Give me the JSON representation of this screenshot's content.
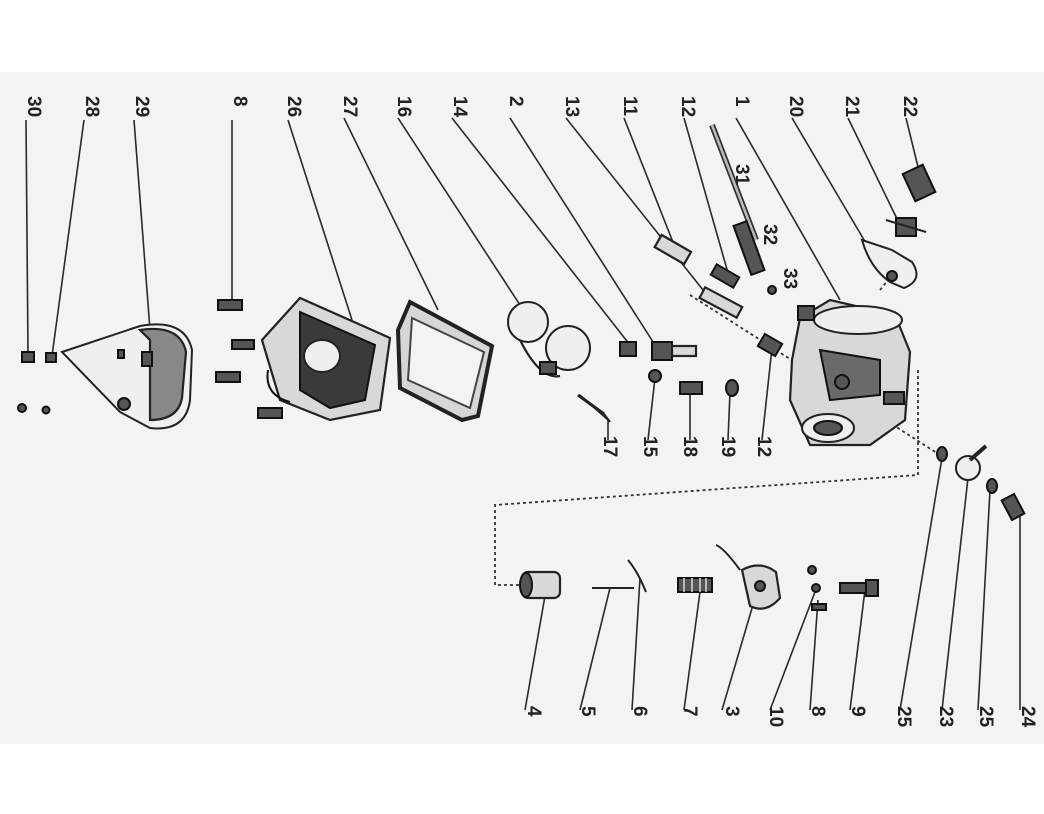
{
  "labels": [
    {
      "id": "l30",
      "text": "30"
    },
    {
      "id": "l28",
      "text": "28"
    },
    {
      "id": "l29",
      "text": "29"
    },
    {
      "id": "l8a",
      "text": "8"
    },
    {
      "id": "l26",
      "text": "26"
    },
    {
      "id": "l27",
      "text": "27"
    },
    {
      "id": "l16",
      "text": "16"
    },
    {
      "id": "l14",
      "text": "14"
    },
    {
      "id": "l2",
      "text": "2"
    },
    {
      "id": "l13",
      "text": "13"
    },
    {
      "id": "l11",
      "text": "11"
    },
    {
      "id": "l12a",
      "text": "12"
    },
    {
      "id": "l1",
      "text": "1"
    },
    {
      "id": "l20",
      "text": "20"
    },
    {
      "id": "l21",
      "text": "21"
    },
    {
      "id": "l22",
      "text": "22"
    },
    {
      "id": "l31",
      "text": "31"
    },
    {
      "id": "l32",
      "text": "32"
    },
    {
      "id": "l33",
      "text": "33"
    },
    {
      "id": "l17",
      "text": "17"
    },
    {
      "id": "l15",
      "text": "15"
    },
    {
      "id": "l18",
      "text": "18"
    },
    {
      "id": "l19",
      "text": "19"
    },
    {
      "id": "l12b",
      "text": "12"
    },
    {
      "id": "l4",
      "text": "4"
    },
    {
      "id": "l5",
      "text": "5"
    },
    {
      "id": "l6",
      "text": "6"
    },
    {
      "id": "l7",
      "text": "7"
    },
    {
      "id": "l3",
      "text": "3"
    },
    {
      "id": "l10",
      "text": "10"
    },
    {
      "id": "l8b",
      "text": "8"
    },
    {
      "id": "l9",
      "text": "9"
    },
    {
      "id": "l25a",
      "text": "25"
    },
    {
      "id": "l23",
      "text": "23"
    },
    {
      "id": "l25b",
      "text": "25"
    },
    {
      "id": "l24",
      "text": "24"
    }
  ]
}
